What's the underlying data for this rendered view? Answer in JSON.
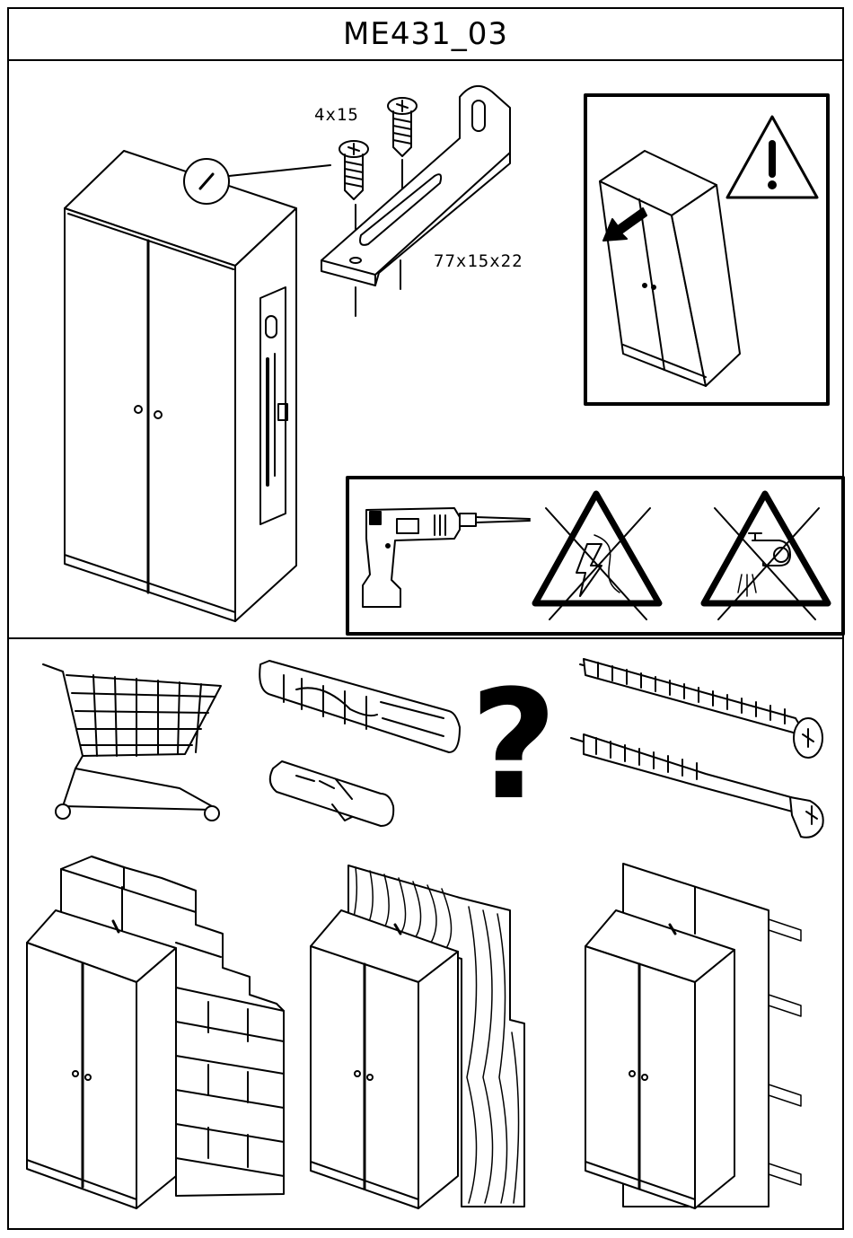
{
  "document": {
    "title": "ME431_03"
  },
  "hardware": {
    "screw_size_label": "4x15",
    "bracket_size_label": "77x15x22"
  },
  "icons": {
    "warning_tip": "warning-triangle-icon",
    "drill": "drill-icon",
    "no_electric": "no-electric-cable-icon",
    "no_water": "no-water-pipe-icon",
    "question": "question-mark-icon"
  },
  "bottom": {
    "question_mark": "?"
  }
}
